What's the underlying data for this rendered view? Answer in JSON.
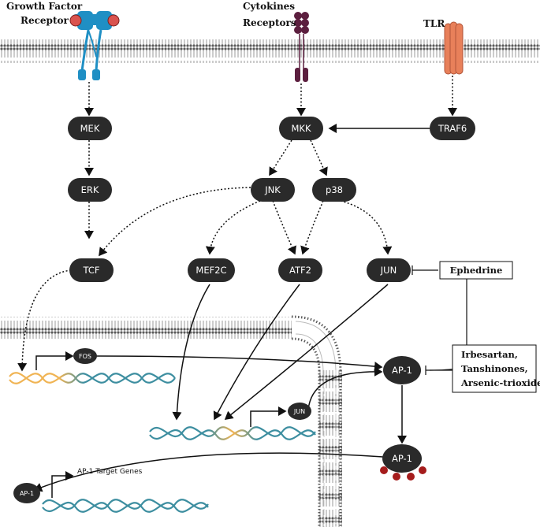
{
  "labels": {
    "growth_factor_1": "Growth Factor",
    "growth_factor_2": "Receptor",
    "cytokines_1": "Cytokines",
    "cytokines_2": "Receptors",
    "tlr": "TLR"
  },
  "nodes": {
    "mek": "MEK",
    "erk": "ERK",
    "tcf": "TCF",
    "mkk": "MKK",
    "traf6": "TRAF6",
    "jnk": "JNK",
    "p38": "p38",
    "mef2c": "MEF2C",
    "atf2": "ATF2",
    "jun": "JUN",
    "fos_small": "FOS",
    "jun_small": "JUN",
    "ap1_upper": "AP-1",
    "ap1_lower": "AP-1",
    "ap1_small": "AP-1"
  },
  "inhibitors": {
    "ephedrine": "Ephedrine",
    "drugs": [
      "Irbesartan,",
      "Tanshinones,",
      "Arsenic-trioxide"
    ]
  },
  "genes": {
    "ap1_targets": "AP-1 Target Genes"
  },
  "colors": {
    "node_fill": "#2a2a2a",
    "membrane": "#8c8c8c",
    "gfr_blue": "#1f8fc4",
    "gfr_red": "#d9534f",
    "cytokine_purple": "#5c1f3f",
    "tlr_orange": "#e8805a",
    "dna_orange": "#f0b454",
    "dna_teal": "#3d8ea0",
    "ap1_dots": "#a51c1c"
  }
}
